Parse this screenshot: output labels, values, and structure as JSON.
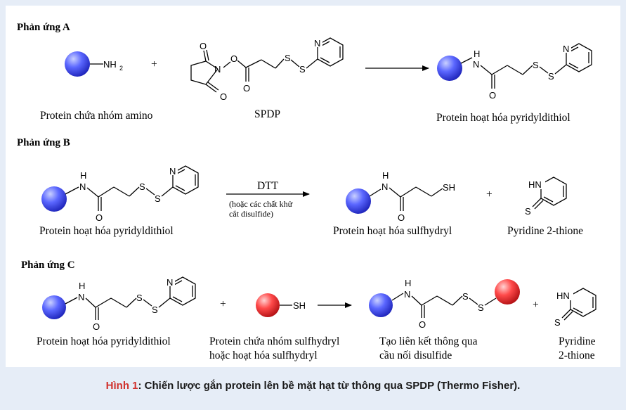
{
  "sections": {
    "a": "Phản ứng A",
    "b": "Phản ứng B",
    "c": "Phản ứng C"
  },
  "labels": {
    "a_reactant1": "Protein chứa nhóm amino",
    "a_reagent": "SPDP",
    "a_product": "Protein hoạt hóa pyridyldithiol",
    "b_reactant": "Protein hoạt hóa pyridyldithiol",
    "b_reagent": "DTT",
    "b_condition_1": "(hoặc các chất khử",
    "b_condition_2": "cắt disulfide)",
    "b_product": "Protein hoạt hóa sulfhydryl",
    "b_byproduct": "Pyridine 2-thione",
    "c_reactant1": "Protein hoạt hóa pyridyldithiol",
    "c_reactant2_line1": "Protein chứa nhóm sulfhydryl",
    "c_reactant2_line2": "hoặc hoạt hóa sulfhydryl",
    "c_product_line1": "Tạo liên kết thông qua",
    "c_product_line2": "cầu nối disulfide",
    "c_byproduct_line1": "Pyridine",
    "c_byproduct_line2": "2-thione"
  },
  "operators": {
    "plus": "+"
  },
  "atoms": {
    "n": "N",
    "o": "O",
    "s": "S",
    "h": "H",
    "nh": "HN",
    "sh": "SH",
    "nh2": "NH",
    "sub2": "2"
  },
  "caption": {
    "label": "Hình 1",
    "text": ": Chiến lược gắn protein lên bề mặt hạt từ thông qua SPDP (Thermo Fisher)."
  },
  "colors": {
    "protein_blue": "#3b4bf0",
    "protein_red": "#e8262a",
    "caption_label": "#d0312d",
    "page_bg": "#e6edf7"
  }
}
